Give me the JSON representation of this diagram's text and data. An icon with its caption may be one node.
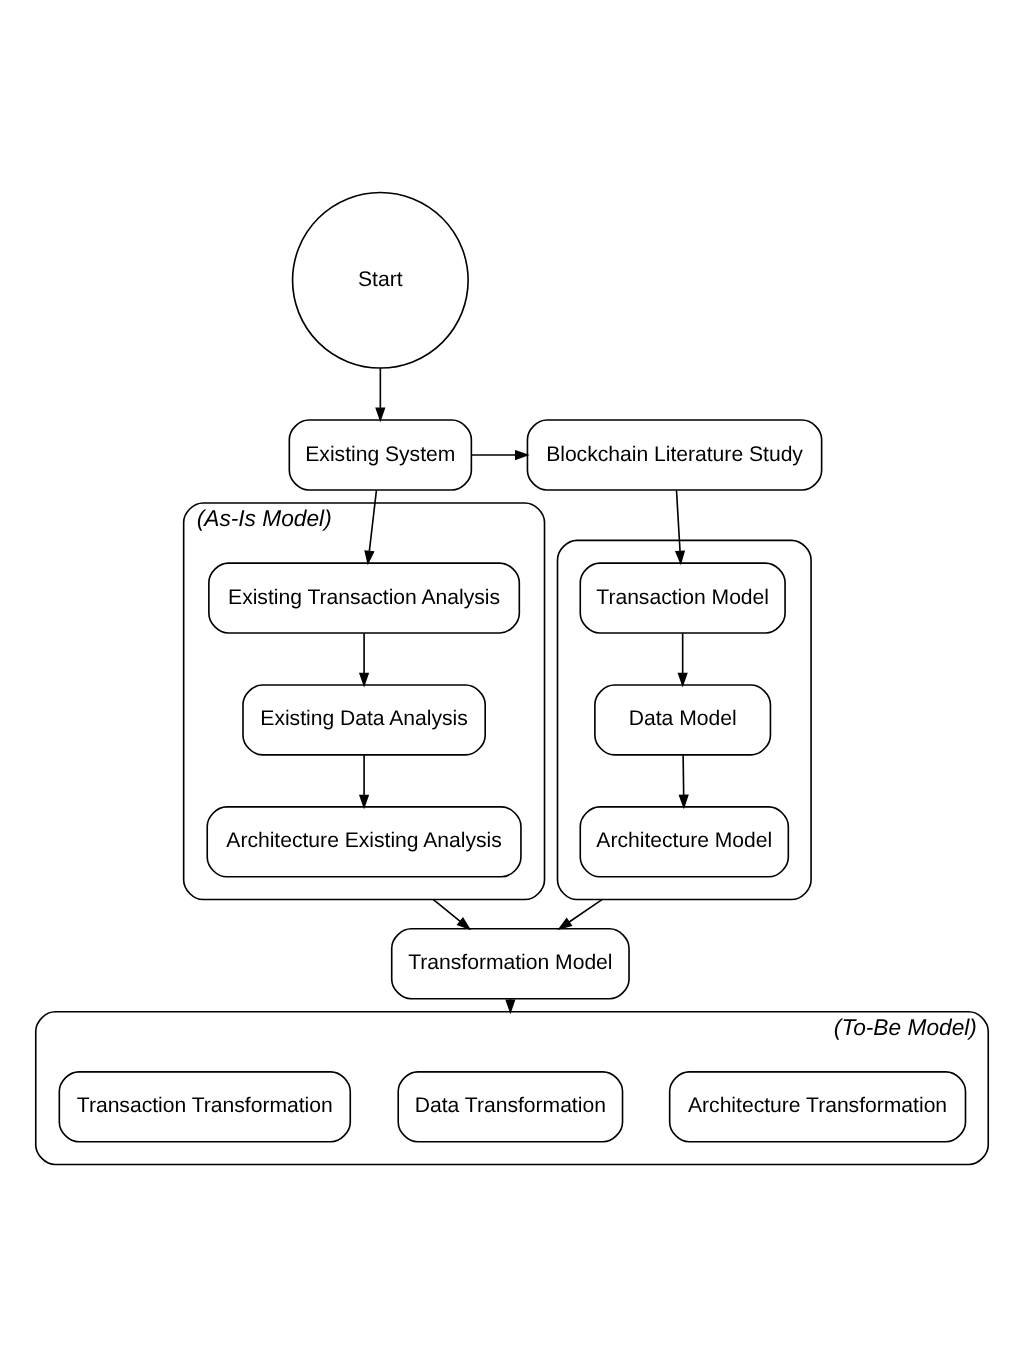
{
  "diagram": {
    "nodes": [
      {
        "text": [
          "Start"
        ]
      },
      {
        "text": [
          "Existing System"
        ]
      },
      {
        "text": [
          "Blockchain Literature Study"
        ]
      },
      {
        "text": [
          "(As-Is Model)"
        ]
      },
      {
        "text": [
          "Existing Transaction Analysis"
        ],
        "in": 3
      },
      {
        "text": [
          "Existing Data Analysis"
        ],
        "in": 3
      },
      {
        "text": [
          "Architecture Existing Analysis"
        ],
        "in": 3
      },
      {
        "text": [],
        "shape": "box"
      },
      {
        "text": [
          "Transaction Model"
        ],
        "in": 7
      },
      {
        "text": [
          "Data Model"
        ],
        "in": 7
      },
      {
        "text": [
          "Architecture Model"
        ],
        "in": 7
      },
      {
        "text": [
          "Transformation Model"
        ]
      },
      {
        "text": [
          "(To-Be Model)"
        ]
      },
      {
        "text": [
          "Transaction Transformation"
        ],
        "in": 12
      },
      {
        "text": [
          "Data Transformation"
        ],
        "in": 12
      },
      {
        "text": [
          "Architecture Transformation"
        ],
        "in": 12
      }
    ],
    "edges": [
      {
        "from": 0,
        "to": 1,
        "arrow": "to"
      },
      {
        "from": 1,
        "to": 2,
        "arrow": "to"
      },
      {
        "from": 1,
        "to": 4,
        "arrow": "to"
      },
      {
        "from": 2,
        "to": 8,
        "arrow": "to"
      },
      {
        "from": 4,
        "to": 5,
        "arrow": "to"
      },
      {
        "from": 5,
        "to": 6,
        "arrow": "to"
      },
      {
        "from": 8,
        "to": 9,
        "arrow": "to"
      },
      {
        "from": 9,
        "to": 10,
        "arrow": "to"
      },
      {
        "from": 3,
        "to": 11,
        "arrow": "to"
      },
      {
        "from": 7,
        "to": 11,
        "arrow": "to"
      },
      {
        "from": 11,
        "to": 12,
        "arrow": "to"
      }
    ]
  }
}
